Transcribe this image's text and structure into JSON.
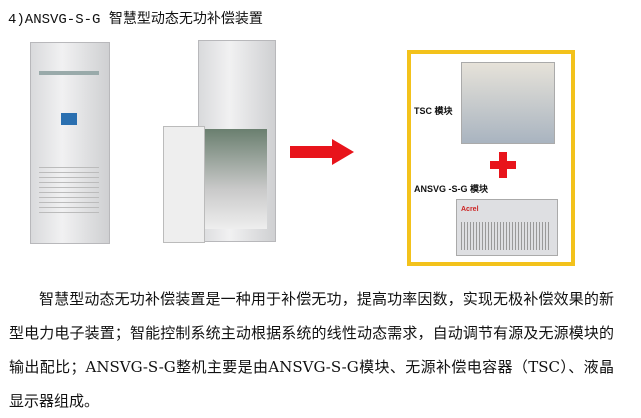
{
  "heading": "4)ANSVG-S-G 智慧型动态无功补偿装置",
  "figure": {
    "tsc_label": "TSC 模块",
    "svg_label": "ANSVG -S-G 模块",
    "brand": "Acrel",
    "colors": {
      "frame": "#f3c21b",
      "arrow": "#e8141b"
    }
  },
  "paragraph": "智慧型动态无功补偿装置是一种用于补偿无功，提高功率因数，实现无极补偿效果的新型电力电子装置；智能控制系统主动根据系统的线性动态需求，自动调节有源及无源模块的输出配比；ANSVG-S-G整机主要是由ANSVG-S-G模块、无源补偿电容器（TSC）、液晶显示器组成。"
}
